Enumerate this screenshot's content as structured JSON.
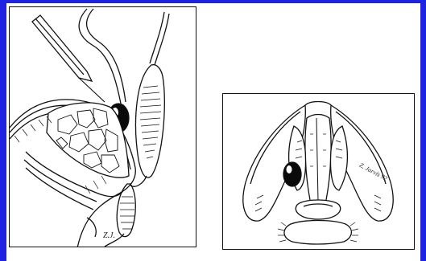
{
  "slide": {
    "frame_color": "#1d23e0",
    "background_color": "#ffffff",
    "ink_color": "#111111",
    "accent_dark": "#0a0a0a"
  },
  "left_panel": {
    "signature_text": "Z.J.",
    "content": "lateral-section-drawing"
  },
  "right_panel": {
    "signature_text": "Z. Jarvis 92",
    "content": "inferior-view-drawing"
  }
}
